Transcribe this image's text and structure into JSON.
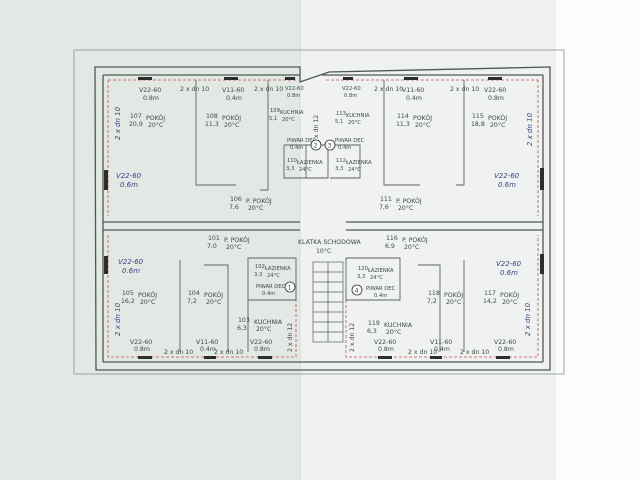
{
  "rooms": [
    {
      "id": "107",
      "area": "20,9",
      "name": "POKÓJ",
      "temp": "20°C"
    },
    {
      "id": "108",
      "area": "11,3",
      "name": "POKÓJ",
      "temp": "20°C"
    },
    {
      "id": "109",
      "area": "5,1",
      "name": "KUCHNIA",
      "temp": "20°C"
    },
    {
      "id": "110",
      "area": "3,3",
      "name": "ŁAZIENKA",
      "temp": "24°C"
    },
    {
      "id": "106",
      "area": "7,6",
      "name": "P. POKÓJ",
      "temp": "20°C"
    },
    {
      "id": "113",
      "area": "5,1",
      "name": "KUCHNIA",
      "temp": "20°C"
    },
    {
      "id": "112",
      "area": "3,3",
      "name": "ŁAZIENKA",
      "temp": "24°C"
    },
    {
      "id": "114",
      "area": "11,3",
      "name": "POKÓJ",
      "temp": "20°C"
    },
    {
      "id": "115",
      "area": "18,8",
      "name": "POKÓJ",
      "temp": "20°C"
    },
    {
      "id": "111",
      "area": "7,6",
      "name": "P. POKÓJ",
      "temp": "20°C"
    },
    {
      "id": "101",
      "area": "7,0",
      "name": "P. POKÓJ",
      "temp": "20°C"
    },
    {
      "id": "116",
      "area": "6,9",
      "name": "P. POKÓJ",
      "temp": "20°C"
    },
    {
      "id": "105",
      "area": "16,2",
      "name": "POKÓJ",
      "temp": "20°C"
    },
    {
      "id": "104",
      "area": "7,2",
      "name": "POKÓJ",
      "temp": "20°C"
    },
    {
      "id": "103",
      "area": "6,3",
      "name": "KUCHNIA",
      "temp": "20°C"
    },
    {
      "id": "102",
      "area": "3,3",
      "name": "ŁAZIENKA",
      "temp": "24°C"
    },
    {
      "id": "120",
      "area": "3,3",
      "name": "ŁAZIENKA",
      "temp": "24°C"
    },
    {
      "id": "119",
      "area": "6,3",
      "name": "KUCHNIA",
      "temp": "20°C"
    },
    {
      "id": "118",
      "area": "7,2",
      "name": "POKÓJ",
      "temp": "20°C"
    },
    {
      "id": "117",
      "area": "14,2",
      "name": "POKÓJ",
      "temp": "20°C"
    }
  ],
  "stair": {
    "label": "KLATKA SCHODOWA",
    "temp": "10°C"
  },
  "radiators": {
    "v22_08": "V22-60",
    "v11_04": "V11-60",
    "size_08": "0.8m",
    "size_04": "0.4m",
    "size_06": "0.6m"
  },
  "pipes": {
    "dn10": "2 x dn 10",
    "dn12": "2 x dn 12"
  },
  "boilers": {
    "label": "PIWAR DEC",
    "size": "0.4m"
  },
  "markers": [
    "1",
    "2",
    "3",
    "4"
  ]
}
